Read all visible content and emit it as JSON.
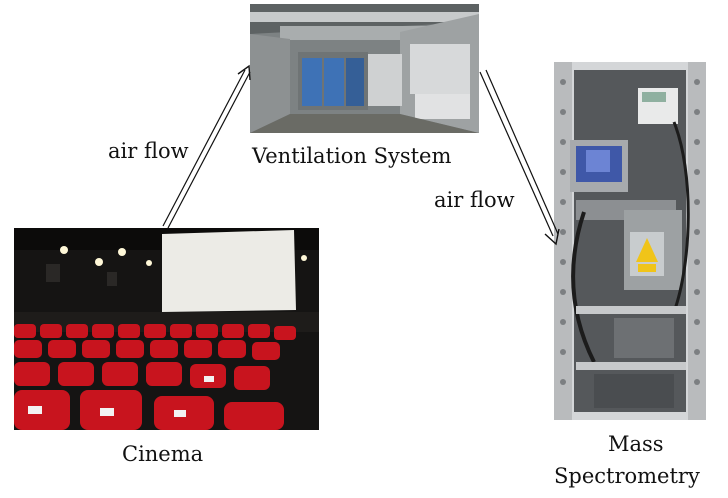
{
  "nodes": {
    "ventilation": {
      "label": "Ventilation System"
    },
    "cinema": {
      "label": "Cinema"
    },
    "mass_spec": {
      "label_line1": "Mass",
      "label_line2": "Spectrometry"
    }
  },
  "edges": [
    {
      "from": "Cinema",
      "to": "Ventilation System",
      "label": "air flow"
    },
    {
      "from": "Ventilation System",
      "to": "Mass Spectrometry",
      "label": "air flow"
    }
  ],
  "colors": {
    "seat_red": "#c8141e",
    "screen_white": "#ecebe6",
    "rack_grey": "#d4d6d8",
    "duct_silver": "#b9bcbd",
    "ahu_blue": "#3e72b6",
    "warning_yellow": "#f0c419"
  }
}
